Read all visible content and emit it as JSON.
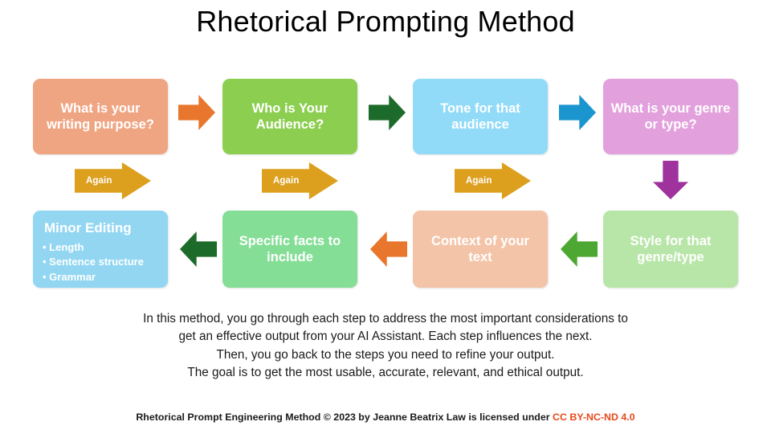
{
  "title": "Rhetorical Prompting Method",
  "colors": {
    "salmon": "#F0A582",
    "green": "#8CCE50",
    "light_blue": "#92DBF8",
    "pink": "#E2A0DC",
    "pale_green": "#B8E6A8",
    "peach": "#F3C4A8",
    "mint_green": "#84DE96",
    "sky_blue": "#92D6F2",
    "arrow_orange": "#E8762C",
    "arrow_dark_green": "#1D6B2B",
    "arrow_blue": "#1A95CE",
    "arrow_purple": "#A0329E",
    "arrow_mid_green": "#4CA832",
    "again_gold": "#DDA01E",
    "license_text": "#E8491B",
    "background": "#FFFFFF",
    "title_text": "#000000"
  },
  "flow": {
    "row1": [
      {
        "id": "writing-purpose",
        "label": "What is your writing purpose?",
        "color": "#F0A582"
      },
      {
        "id": "audience",
        "label": "Who is Your Audience?",
        "color": "#8CCE50"
      },
      {
        "id": "tone",
        "label": "Tone for that audience",
        "color": "#92DBF8"
      },
      {
        "id": "genre",
        "label": "What is your genre or type?",
        "color": "#E2A0DC"
      }
    ],
    "row2": [
      {
        "id": "minor-editing",
        "label": "Minor Editing",
        "bullets": [
          "Length",
          "Sentence structure",
          "Grammar"
        ],
        "color": "#92D6F2"
      },
      {
        "id": "specific-facts",
        "label": "Specific facts to include",
        "color": "#84DE96"
      },
      {
        "id": "context",
        "label": "Context of your text",
        "color": "#F3C4A8"
      },
      {
        "id": "style",
        "label": "Style for that genre/type",
        "color": "#B8E6A8"
      }
    ],
    "connectors": [
      {
        "id": "arrow-purpose-to-audience",
        "direction": "right",
        "color": "#E8762C"
      },
      {
        "id": "arrow-audience-to-tone",
        "direction": "right",
        "color": "#1D6B2B"
      },
      {
        "id": "arrow-tone-to-genre",
        "direction": "right",
        "color": "#1A95CE"
      },
      {
        "id": "arrow-genre-to-style",
        "direction": "down",
        "color": "#A0329E"
      },
      {
        "id": "arrow-style-to-context",
        "direction": "left",
        "color": "#4CA832"
      },
      {
        "id": "arrow-context-to-facts",
        "direction": "left",
        "color": "#E8762C"
      },
      {
        "id": "arrow-facts-to-editing",
        "direction": "left",
        "color": "#1D6B2B"
      }
    ],
    "again_arrows": [
      {
        "id": "again-1",
        "label": "Again",
        "color": "#DDA01E"
      },
      {
        "id": "again-2",
        "label": "Again",
        "color": "#DDA01E"
      },
      {
        "id": "again-3",
        "label": "Again",
        "color": "#DDA01E"
      }
    ]
  },
  "caption": {
    "line1": "In this method, you go through each step to address the most important considerations to",
    "line2": "get an effective output from your AI Assistant. Each step influences the next.",
    "line3": "Then, you go back to the steps you need to refine your output.",
    "line4": "The goal is to get the most usable, accurate, relevant, and ethical output."
  },
  "footer": {
    "credit": "Rhetorical Prompt Engineering Method © 2023 by Jeanne Beatrix Law is licensed under",
    "license": "CC BY-NC-ND 4.0"
  }
}
